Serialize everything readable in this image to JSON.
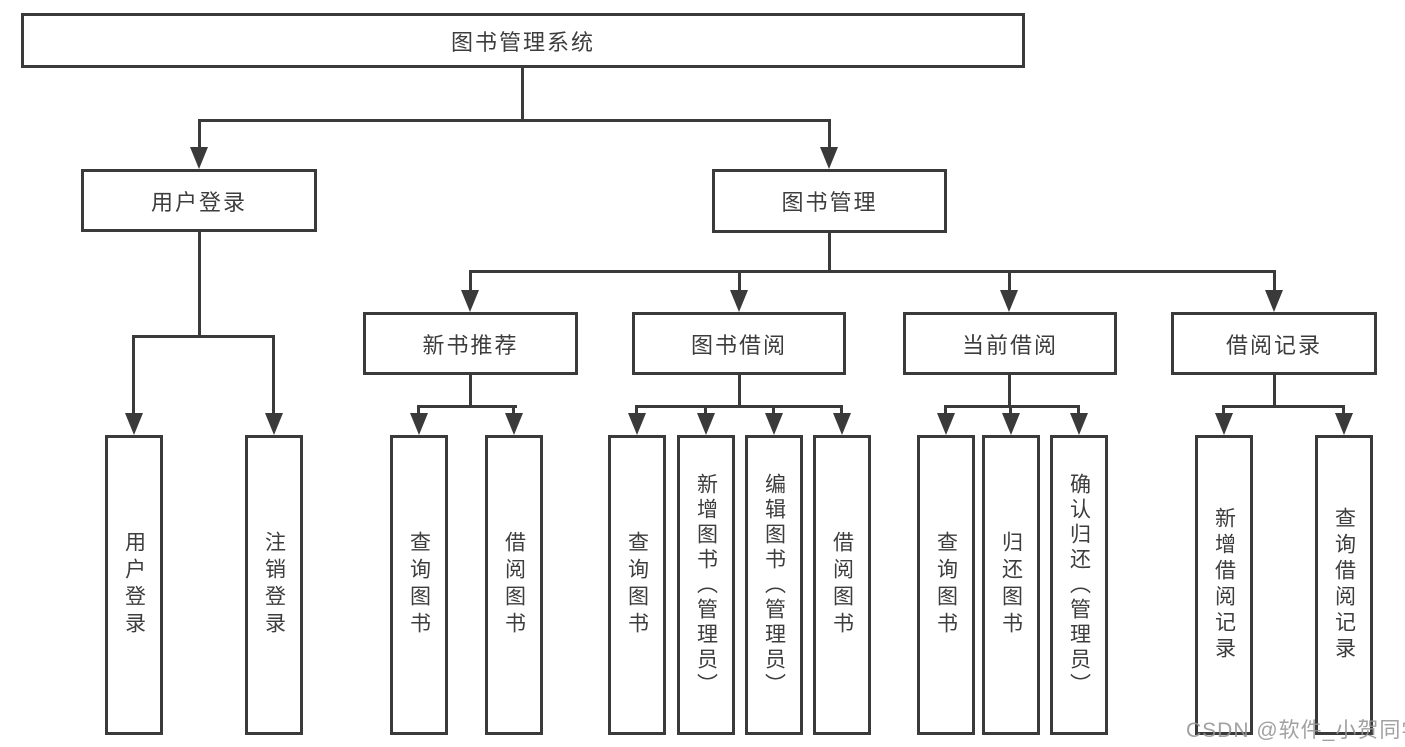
{
  "diagram": {
    "title_node": {
      "label": "图书管理系统"
    },
    "level2": [
      {
        "id": "user-login",
        "label": "用户登录"
      },
      {
        "id": "book-management",
        "label": "图书管理"
      }
    ],
    "level3": [
      {
        "id": "new-book-recommendation",
        "label": "新书推荐",
        "parent": "图书管理"
      },
      {
        "id": "book-borrowing",
        "label": "图书借阅",
        "parent": "图书管理"
      },
      {
        "id": "current-borrowing",
        "label": "当前借阅",
        "parent": "图书管理"
      },
      {
        "id": "borrowing-records",
        "label": "借阅记录",
        "parent": "图书管理"
      }
    ],
    "leaves": [
      {
        "label": "用户登录",
        "parent": "用户登录"
      },
      {
        "label": "注销登录",
        "parent": "用户登录"
      },
      {
        "label": "查询图书",
        "parent": "新书推荐"
      },
      {
        "label": "借阅图书",
        "parent": "新书推荐"
      },
      {
        "label": "查询图书",
        "parent": "图书借阅"
      },
      {
        "label": "新增图书（管理员）",
        "parent": "图书借阅"
      },
      {
        "label": "编辑图书（管理员）",
        "parent": "图书借阅"
      },
      {
        "label": "借阅图书",
        "parent": "图书借阅"
      },
      {
        "label": "查询图书",
        "parent": "当前借阅"
      },
      {
        "label": "归还图书",
        "parent": "当前借阅"
      },
      {
        "label": "确认归还（管理员）",
        "parent": "当前借阅"
      },
      {
        "label": "新增借阅记录",
        "parent": "借阅记录"
      },
      {
        "label": "查询借阅记录",
        "parent": "借阅记录"
      }
    ],
    "watermark": "CSDN @软件_小贺同学",
    "colors": {
      "line": "#3a3a3a",
      "text": "#3d3d3d",
      "watermark": "#949494",
      "background": "#ffffff"
    }
  }
}
